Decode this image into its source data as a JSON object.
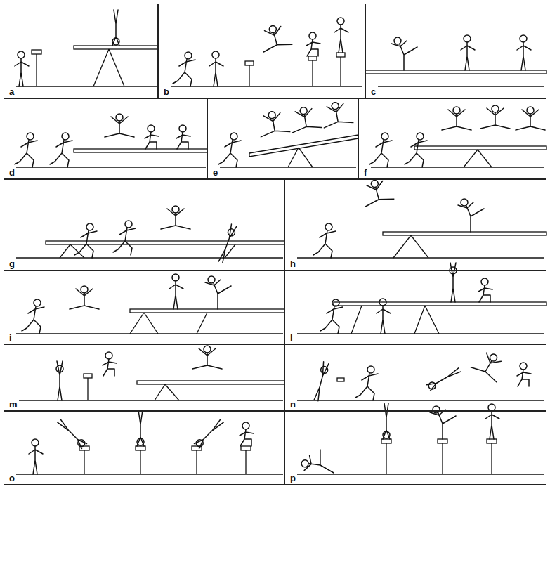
{
  "diagram": {
    "nodes": [
      {
        "text": [
          "a"
        ]
      },
      {
        "text": [
          "b"
        ]
      },
      {
        "text": [
          "c"
        ]
      },
      {
        "text": [
          "d"
        ]
      },
      {
        "text": [
          "e"
        ]
      },
      {
        "text": [
          "f"
        ]
      },
      {
        "text": [
          "g"
        ]
      },
      {
        "text": [
          "h"
        ]
      },
      {
        "text": [
          "i"
        ]
      },
      {
        "text": [
          "l"
        ]
      },
      {
        "text": [
          "m"
        ]
      },
      {
        "text": [
          "n"
        ]
      },
      {
        "text": [
          "o"
        ]
      },
      {
        "text": [
          "p"
        ]
      }
    ]
  }
}
